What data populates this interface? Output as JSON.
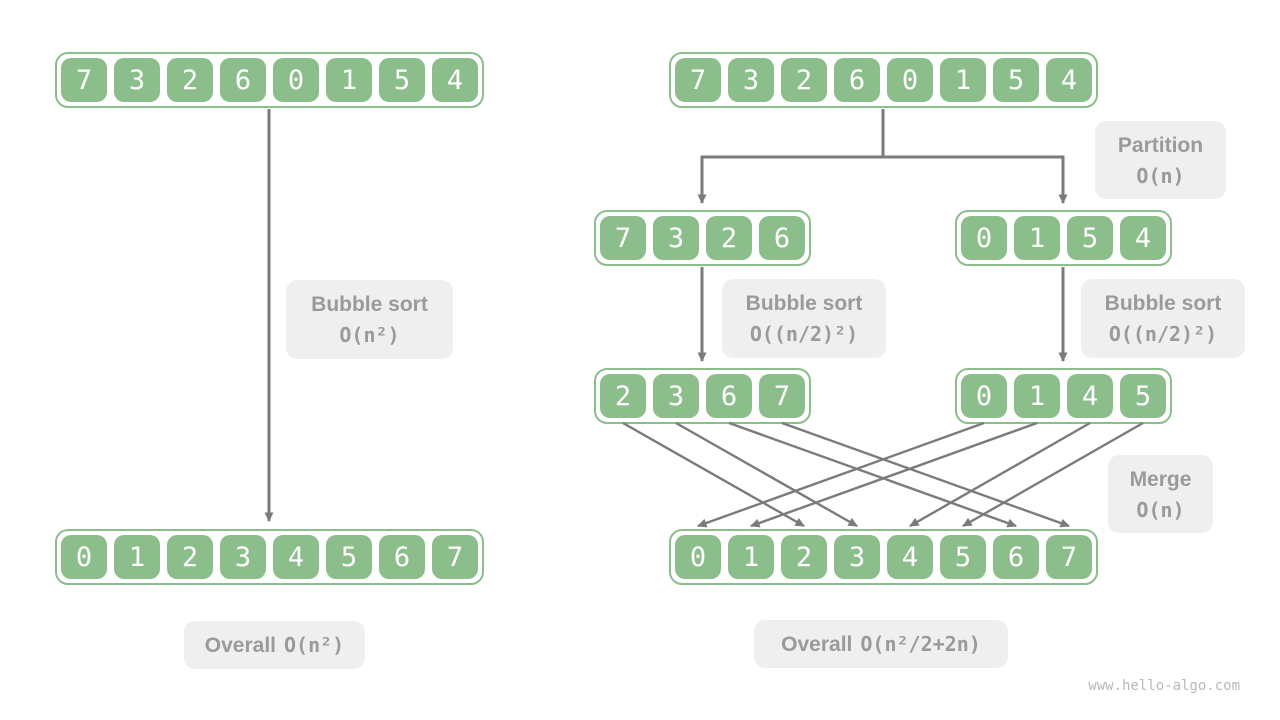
{
  "colors": {
    "cell_green": "#8cbe8c",
    "cell_text": "#ffffff",
    "arrow_gray": "#7b7b7b",
    "label_bg": "#efefef",
    "label_text": "#9a9a9a",
    "watermark_text": "#b6bab6"
  },
  "left_panel": {
    "input_array": [
      "7",
      "3",
      "2",
      "6",
      "0",
      "1",
      "5",
      "4"
    ],
    "sorted_array": [
      "0",
      "1",
      "2",
      "3",
      "4",
      "5",
      "6",
      "7"
    ],
    "bubble_label": {
      "name": "Bubble sort",
      "complexity": "O(n²)"
    },
    "overall_label": {
      "prefix": "Overall",
      "complexity": "O(n²)"
    }
  },
  "right_panel": {
    "input_array": [
      "7",
      "3",
      "2",
      "6",
      "0",
      "1",
      "5",
      "4"
    ],
    "partition_label": {
      "name": "Partition",
      "complexity": "O(n)"
    },
    "left_half_array": [
      "7",
      "3",
      "2",
      "6"
    ],
    "right_half_array": [
      "0",
      "1",
      "5",
      "4"
    ],
    "left_bubble_label": {
      "name": "Bubble sort",
      "complexity": "O((n/2)²)"
    },
    "right_bubble_label": {
      "name": "Bubble sort",
      "complexity": "O((n/2)²)"
    },
    "left_sorted_array": [
      "2",
      "3",
      "6",
      "7"
    ],
    "right_sorted_array": [
      "0",
      "1",
      "4",
      "5"
    ],
    "merge_label": {
      "name": "Merge",
      "complexity": "O(n)"
    },
    "merged_array": [
      "0",
      "1",
      "2",
      "3",
      "4",
      "5",
      "6",
      "7"
    ],
    "overall_label": {
      "prefix": "Overall",
      "complexity": "O(n²/2+2n)"
    }
  },
  "watermark": "www.hello-algo.com"
}
